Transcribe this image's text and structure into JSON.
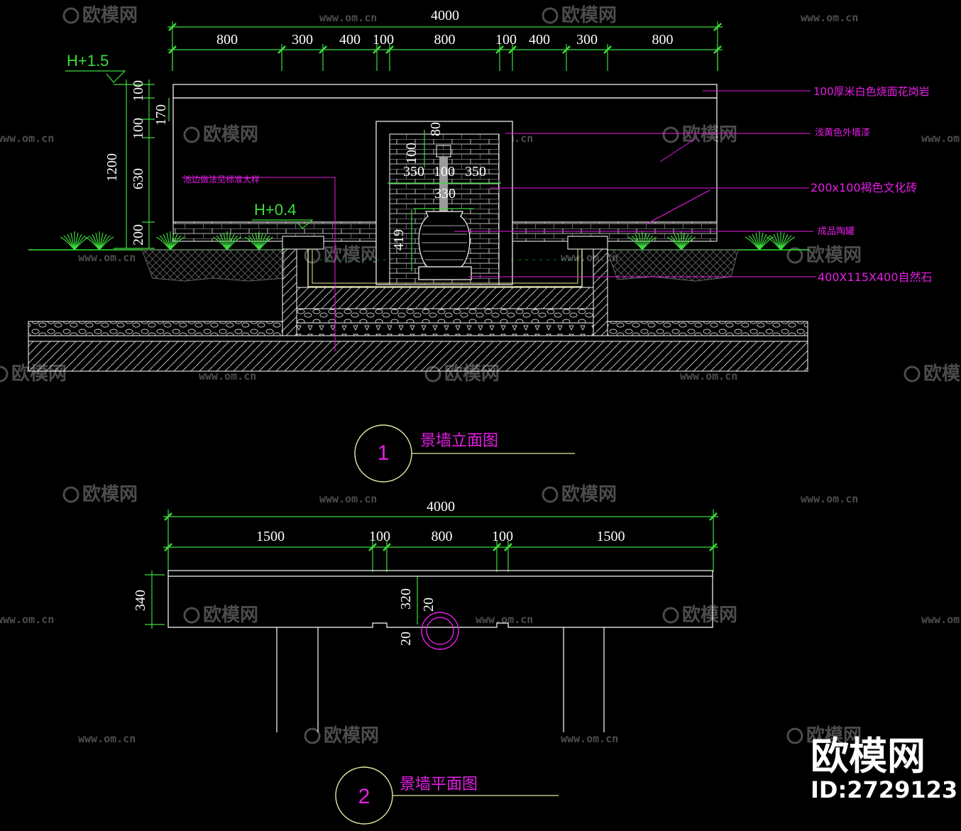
{
  "elevation": {
    "overall_width": "4000",
    "top_segments": [
      "800",
      "300",
      "400",
      "100",
      "800",
      "100",
      "400",
      "300",
      "800"
    ],
    "left_dims": {
      "total": "1200",
      "cap": "100",
      "band_top": "100",
      "wall": "630",
      "base": "200",
      "niche_offset": "170"
    },
    "niche_dims": {
      "top": "80",
      "spout_h": "100",
      "left": "350",
      "spout_w": "100",
      "right": "350",
      "width": "330",
      "urn_h": "419"
    },
    "levels": {
      "top": "H+1.5",
      "pool": "H+0.4"
    },
    "notes": {
      "cap": "100厚米白色烧面花岗岩",
      "paint": "浅黄色外墙漆",
      "brick": "200x100褐色文化砖",
      "urn": "成品陶罐",
      "stone": "400X115X400自然石",
      "pool_ref": "池边做法见标准大样"
    },
    "title_no": "1",
    "title": "景墙立面图"
  },
  "plan": {
    "overall_width": "4000",
    "segments": [
      "1500",
      "100",
      "800",
      "100",
      "1500"
    ],
    "depth": "340",
    "inner_depth": "320",
    "offset_a": "20",
    "offset_b": "20",
    "title_no": "2",
    "title": "景墙平面图"
  },
  "watermark": {
    "brand": "欧模网",
    "url": "www.om.cn",
    "id": "ID:2729123"
  },
  "colors": {
    "background": "#000000",
    "dimension": "#3cdc3c",
    "annotation": "#e61ee6",
    "outline": "#ffffff",
    "leader": "#e6e6a0"
  }
}
